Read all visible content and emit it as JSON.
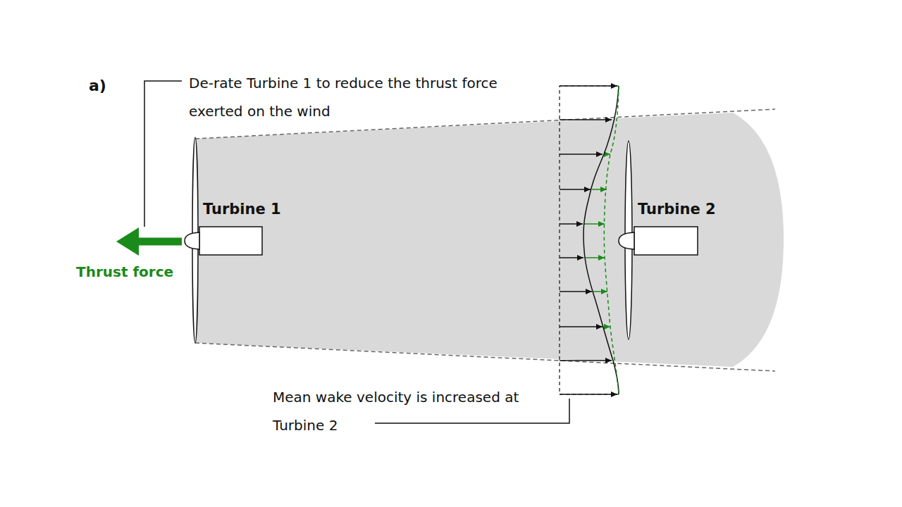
{
  "diagram": {
    "labels": [
      "a)",
      "De-rate Turbine 1 to reduce the thrust force exerted on the wind",
      "Thrust force",
      "Turbine 1",
      "Turbine 2",
      "Mean wake velocity is increased at Turbine 2"
    ]
  }
}
